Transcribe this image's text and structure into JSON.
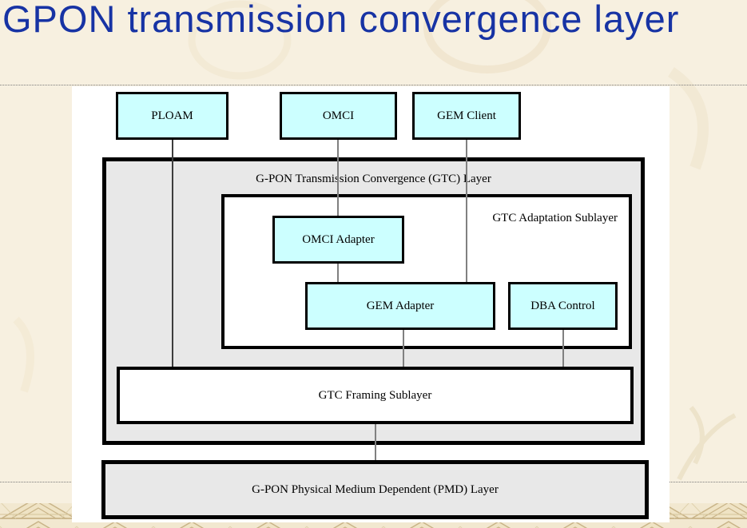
{
  "slide": {
    "title": "GPON transmission convergence layer",
    "colors": {
      "title_blue": "#1733a4",
      "background_beige": "#f7f0e0",
      "module_fill_cyan": "#ccffff",
      "layer_fill_gray": "#e8e8e8",
      "panel_white": "#ffffff",
      "connector_gray": "#808080",
      "pattern_tan": "#c9b488"
    }
  },
  "diagram": {
    "top_boxes": [
      {
        "label": "PLOAM"
      },
      {
        "label": "OMCI"
      },
      {
        "label": "GEM Client"
      }
    ],
    "gtc_layer": {
      "label": "G-PON Transmission Convergence (GTC) Layer"
    },
    "adaptation": {
      "label": "GTC Adaptation Sublayer"
    },
    "omci_adapter": {
      "label": "OMCI Adapter"
    },
    "gem_adapter": {
      "label": "GEM Adapter"
    },
    "dba_control": {
      "label": "DBA Control"
    },
    "framing": {
      "label": "GTC Framing Sublayer"
    },
    "pmd_layer": {
      "label": "G-PON Physical Medium Dependent (PMD) Layer"
    }
  }
}
